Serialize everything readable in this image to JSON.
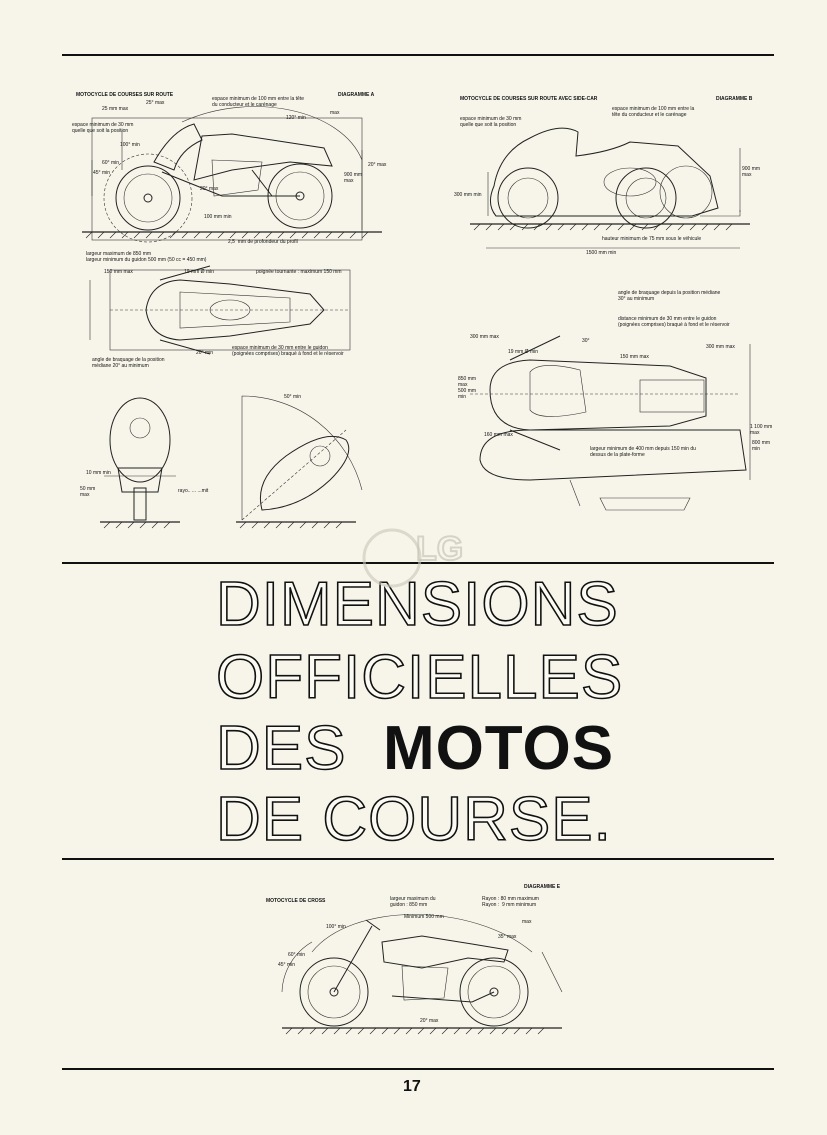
{
  "page": {
    "page_number": "17",
    "title_lines": [
      "DIMENSIONS",
      "OFFICIELLES",
      "DES",
      "MOTOS",
      "DE COURSE."
    ]
  },
  "diagram_a": {
    "heading": "MOTOCYCLE DE COURSES SUR ROUTE",
    "id": "DIAGRAMME A",
    "labels": {
      "l1": "espace minimum de 100 mm entre la tête\ndu conducteur et le carénage",
      "l2": "25° max",
      "l3": "25 mm max",
      "l4": "espace minimum de 30 mm\nquelle que soit la position",
      "l5": "120° min",
      "l6": "max",
      "l7": "100° min",
      "l8": "45° min",
      "l9": "60° min",
      "l10": "20° max",
      "l11": "900 mm\nmax",
      "l12": "20° max",
      "l13": "100 mm min",
      "l14": "2,5  mm de profondeur du profil",
      "l15": "largeur maximum de 850 mm\nlargeur minimum du guidon 500 mm (50 cc = 450 mm)",
      "l16": "150 mm max",
      "l17": "19 mm Ø min",
      "l18": "poignée tournante : maximum 150 mm",
      "l19": "espace minimum de 30 mm entre le guidon\n(poignées comprises) braqué à fond et le réservoir",
      "l20": "angle de braquage de la position\nmédiane 20° au minimum",
      "l21": "20° min",
      "l22": "50° min",
      "l23": "10 mm min",
      "l24": "50 mm\nmax",
      "l25": "rayo.. ... ...mit"
    }
  },
  "diagram_b": {
    "heading": "MOTOCYCLE DE COURSES SUR ROUTE AVEC SIDE-CAR",
    "id": "DIAGRAMME B",
    "labels": {
      "l1": "espace minimum de 100 mm entre la\ntête du conducteur et le carénage",
      "l2": "espace minimum de 30 mm\nquelle que soit la position",
      "l3": "300 mm min",
      "l4": "900 mm\nmax",
      "l5": "hauteur minimum de 75 mm sous le véhicule",
      "l6": "1500 mm min",
      "l7": "angle de braquage depuis la position médiane\n30° au minimum",
      "l8": "distance minimum de 30 mm entre le guidon\n(poignées comprises) braqué à fond et le réservoir",
      "l9": "300 mm max",
      "l10": "30°",
      "l11": "19 mm Ø min",
      "l12": "150 mm max",
      "l13": "300 mm max",
      "l14": "850 mm\nmax\n500 mm\nmin",
      "l15": "1 100 mm\nmax",
      "l16": "800 mm\nmin",
      "l17": "160 mm max",
      "l18": "largeur minimum de 400 mm depuis 150 min du\ndessus de la plate-forme"
    }
  },
  "diagram_e": {
    "heading": "MOTOCYCLE DE CROSS",
    "id": "DIAGRAMME E",
    "labels": {
      "l1": "largeur maximum du\nguidon : 850 mm",
      "l2": "Minimum 500 mm",
      "l3": "Rayon : 80 mm maximum\nRayon :  9 mm minimum",
      "l4": "max",
      "l5": "100° min",
      "l6": "35° max",
      "l7": "45° min",
      "l8": "60° min",
      "l9": "20° max"
    }
  },
  "watermark": {
    "text": "LG"
  }
}
